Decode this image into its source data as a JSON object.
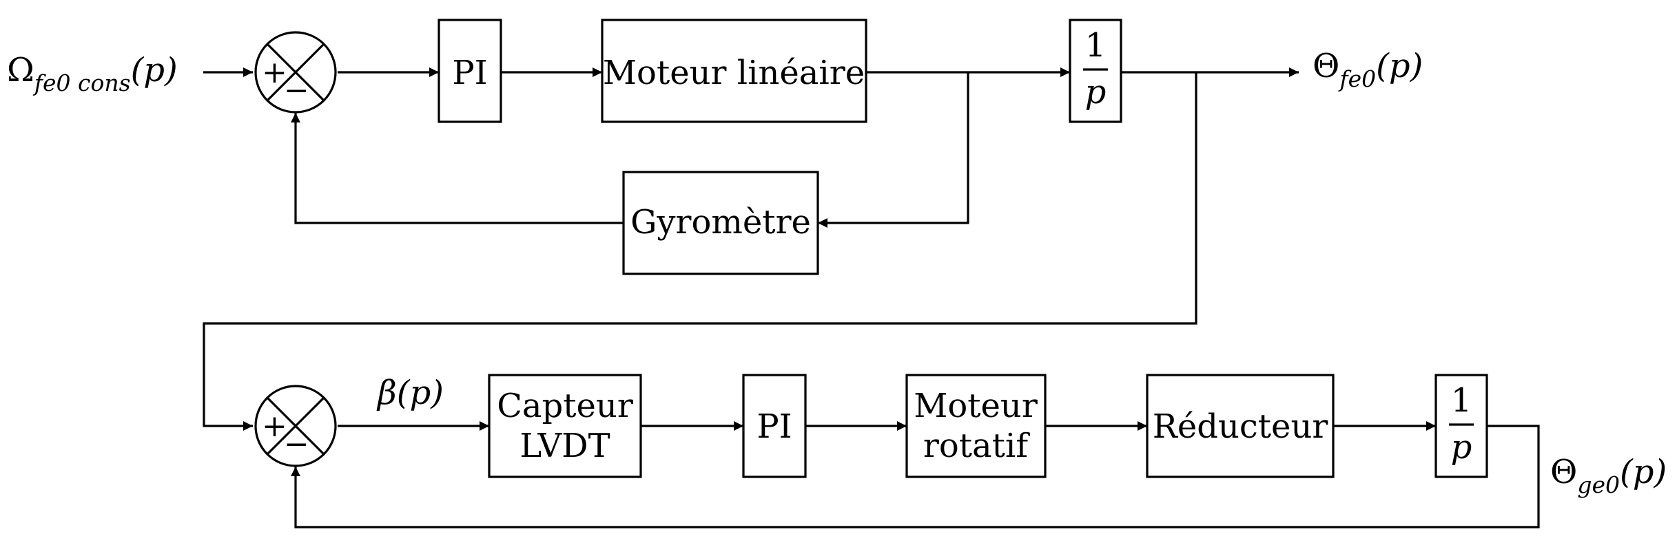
{
  "blocks": {
    "pi_top": "PI",
    "moteur_lineaire": "Moteur linéaire",
    "gyrometre": "Gyromètre",
    "integrator_top": {
      "num": "1",
      "den": "p"
    },
    "capteur_lvdt": {
      "line1": "Capteur",
      "line2": "LVDT"
    },
    "pi_bottom": "PI",
    "moteur_rotatif": {
      "line1": "Moteur",
      "line2": "rotatif"
    },
    "reducteur": "Réducteur",
    "integrator_bottom": {
      "num": "1",
      "den": "p"
    }
  },
  "signals": {
    "input": {
      "sym": "Ω",
      "sub": "fe0 cons",
      "arg": "(p)"
    },
    "output_top": {
      "sym": "Θ",
      "sub": "fe0",
      "arg": "(p)"
    },
    "beta": {
      "sym": "β",
      "arg": "(p)"
    },
    "output_bottom": {
      "sym": "Θ",
      "sub": "ge0",
      "arg": "(p)"
    }
  },
  "summers": {
    "top": {
      "plus": "+",
      "minus": "−"
    },
    "bottom": {
      "plus": "+",
      "minus": "−"
    }
  }
}
